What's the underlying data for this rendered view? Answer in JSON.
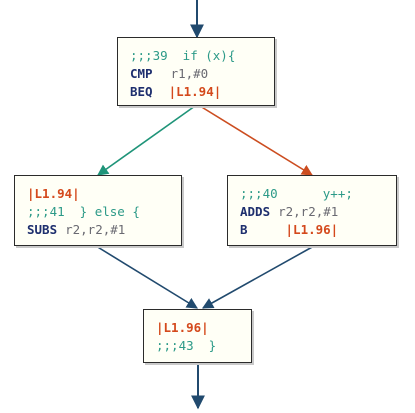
{
  "colors": {
    "flow_edge": "#214a6e",
    "true_edge": "#1f9479",
    "false_edge": "#cc4d20",
    "comment_text": "#2c9a88",
    "mnemonic_text": "#1e2f6e",
    "label_text": "#d4491c"
  },
  "blocks": {
    "top": {
      "comment": ";;;39  if (x){",
      "line2": {
        "mnemonic": "CMP",
        "operands": "r1,#0"
      },
      "line3": {
        "mnemonic": "BEQ",
        "label": "|L1.94|"
      }
    },
    "left": {
      "label": "|L1.94|",
      "comment": ";;;41  } else {",
      "line3": {
        "mnemonic": "SUBS",
        "operands": "r2,r2,#1"
      }
    },
    "right": {
      "comment": ";;;40      y++;",
      "line2": {
        "mnemonic": "ADDS",
        "operands": "r2,r2,#1"
      },
      "line3": {
        "mnemonic": "B",
        "label": "|L1.96|"
      }
    },
    "bottom": {
      "label": "|L1.96|",
      "comment": ";;;43  }"
    }
  }
}
